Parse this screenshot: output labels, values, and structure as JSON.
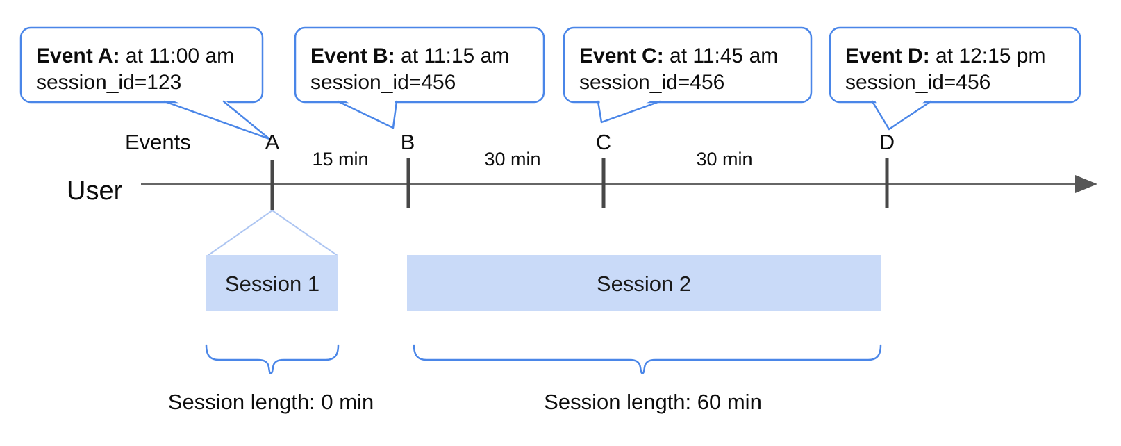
{
  "colors": {
    "bubble_border": "#4a86e8",
    "brace": "#4a86e8",
    "session_fill": "#c9daf8",
    "funnel": "#aec6f2",
    "axis": "#666666",
    "tick": "#474747",
    "arrow": "#575757"
  },
  "diagram": {
    "events_axis_label": "Events",
    "user_axis_label": "User",
    "bubbles": [
      {
        "bold": "Event A: ",
        "text": "at 11:00 am",
        "line2": "session_id=123",
        "letter": "A"
      },
      {
        "bold": "Event B: ",
        "text": "at 11:15 am",
        "line2": "session_id=456",
        "letter": "B"
      },
      {
        "bold": "Event C: ",
        "text": "at 11:45 am",
        "line2": "session_id=456",
        "letter": "C"
      },
      {
        "bold": "Event D: ",
        "text": "at 12:15 pm",
        "line2": "session_id=456",
        "letter": "D"
      }
    ],
    "intervals": [
      {
        "label": "15 min"
      },
      {
        "label": "30 min"
      },
      {
        "label": "30 min"
      }
    ],
    "sessions": [
      {
        "label": "Session 1",
        "length_label": "Session length: 0 min"
      },
      {
        "label": "Session 2",
        "length_label": "Session length: 60 min"
      }
    ]
  }
}
